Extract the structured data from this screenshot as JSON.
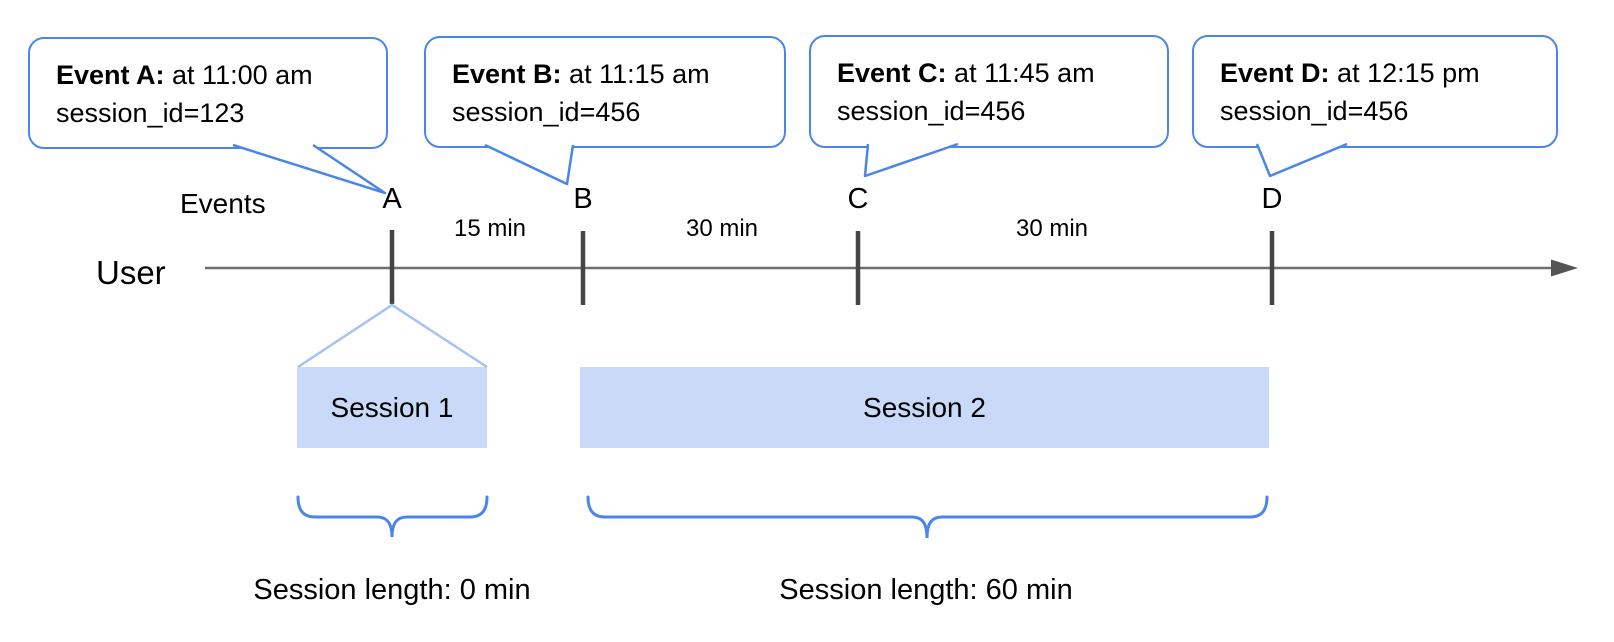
{
  "callouts": [
    {
      "event": "A",
      "title": "Event A:",
      "time": "at 11:00 am",
      "session": "session_id=123"
    },
    {
      "event": "B",
      "title": "Event B:",
      "time": "at 11:15 am",
      "session": "session_id=456"
    },
    {
      "event": "C",
      "title": "Event C:",
      "time": "at 11:45 am",
      "session": "session_id=456"
    },
    {
      "event": "D",
      "title": "Event D:",
      "time": "at 12:15 pm",
      "session": "session_id=456"
    }
  ],
  "timeline": {
    "row_label": "Events",
    "axis_label": "User",
    "markers": [
      "A",
      "B",
      "C",
      "D"
    ],
    "intervals": [
      "15 min",
      "30 min",
      "30 min"
    ]
  },
  "sessions": [
    {
      "name": "Session 1",
      "length": "Session length: 0 min"
    },
    {
      "name": "Session 2",
      "length": "Session length: 60 min"
    }
  ],
  "colors": {
    "callout_border": "#4a86e8",
    "brace": "#4a86e8",
    "session_fill": "#c9daf8",
    "funnel_line": "#a4c2f4",
    "axis_line": "#6e6e6e",
    "tick": "#454545",
    "text": "#000000"
  }
}
